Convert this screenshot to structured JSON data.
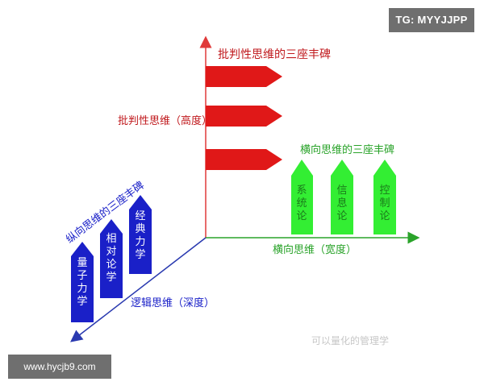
{
  "top_axis_title": "批判性思维的三座丰碑",
  "height_axis_label": "批判性思维（高度）",
  "width_axis_label": "横向思维（宽度）",
  "horizontal_title": "横向思维的三座丰碑",
  "depth_axis_label": "逻辑思维（深度）",
  "vertical_title": "纵向思维的三座丰碑",
  "red_arrows": [
    "",
    "",
    ""
  ],
  "green_pillars": [
    "系统论",
    "信息论",
    "控制论"
  ],
  "blue_pillars": [
    "量子力学",
    "相对论学",
    "经典力学"
  ],
  "watermark_tr": "TG: MYYJJPP",
  "watermark_bl": "www.hycjb9.com",
  "watermark_br": "可以量化的管理学",
  "colors": {
    "axis": "#e03a3a",
    "red": "#e01818",
    "green": "#33ee33",
    "blue": "#1a20c8",
    "greenAxis": "#2aa32a",
    "text": "#c0191d"
  }
}
